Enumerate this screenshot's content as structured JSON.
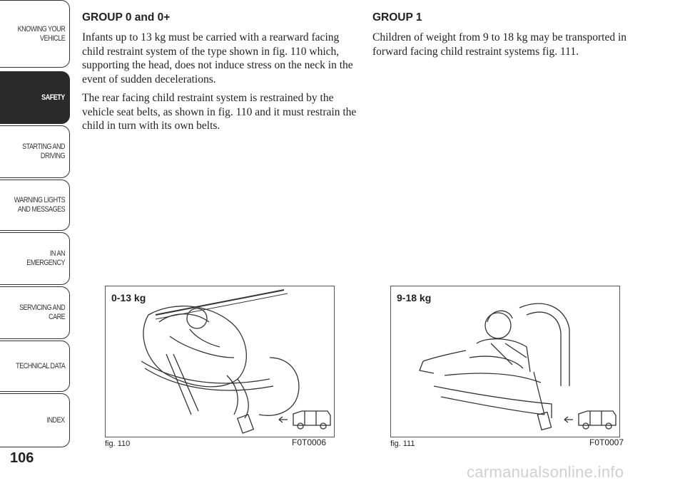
{
  "sidebar": {
    "tabs": [
      {
        "label": "KNOWING YOUR\nVEHICLE",
        "active": false
      },
      {
        "label": "SAFETY",
        "active": true
      },
      {
        "label": "STARTING AND\nDRIVING",
        "active": false
      },
      {
        "label": "WARNING LIGHTS\nAND MESSAGES",
        "active": false
      },
      {
        "label": "IN AN EMERGENCY",
        "active": false
      },
      {
        "label": "SERVICING AND\nCARE",
        "active": false
      },
      {
        "label": "TECHNICAL DATA",
        "active": false
      },
      {
        "label": "INDEX",
        "active": false
      }
    ]
  },
  "page": {
    "number": "106"
  },
  "left": {
    "heading": "GROUP 0 and 0+",
    "paragraphs": [
      "Infants up to 13 kg must be carried with a rearward facing child restraint system of the type shown in fig. 110 which, supporting the head, does not induce stress on the neck in the event of sudden decelerations.",
      "The rear facing child restraint system is restrained by the vehicle seat belts, as shown in fig. 110 and it must restrain the child in turn with its own belts."
    ]
  },
  "right": {
    "heading": "GROUP 1",
    "paragraphs": [
      "Children of weight from 9 to 18 kg may be transported in forward facing child restraint systems fig. 111."
    ]
  },
  "figures": [
    {
      "weight": "0-13 kg",
      "caption": "fig. 110",
      "code": "F0T0006"
    },
    {
      "weight": "9-18 kg",
      "caption": "fig. 111",
      "code": "F0T0007"
    }
  ],
  "watermark": "carmanualsonline.info"
}
